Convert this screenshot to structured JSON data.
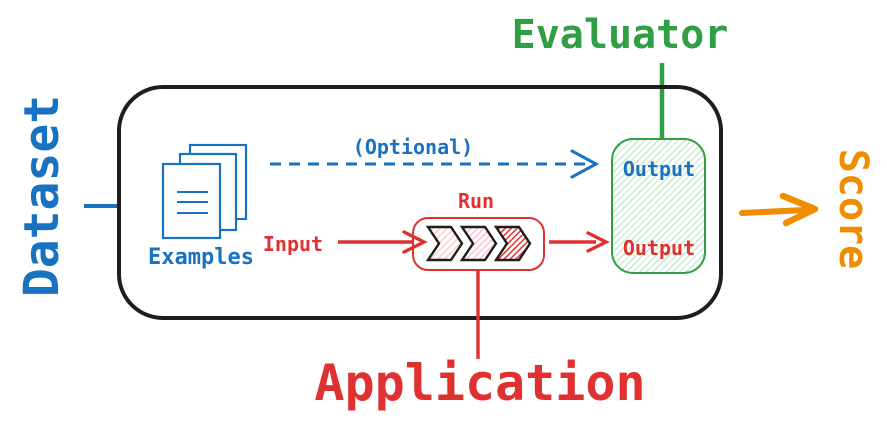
{
  "labels": {
    "dataset": "Dataset",
    "evaluator": "Evaluator",
    "score": "Score",
    "application": "Application",
    "examples": "Examples",
    "optional": "(Optional)",
    "input": "Input",
    "run": "Run",
    "evaluator_output": "Output",
    "app_output": "Output"
  },
  "colors": {
    "blue": "#1971c2",
    "red": "#e03131",
    "green": "#2f9e44",
    "orange": "#f08c00",
    "ink": "#1e1e1e",
    "hatch-light-red": "#ffc9c9",
    "hatch-pink": "#fcc2d7",
    "hatch-red": "#e03131",
    "hatch-green": "#c3e8cd"
  }
}
